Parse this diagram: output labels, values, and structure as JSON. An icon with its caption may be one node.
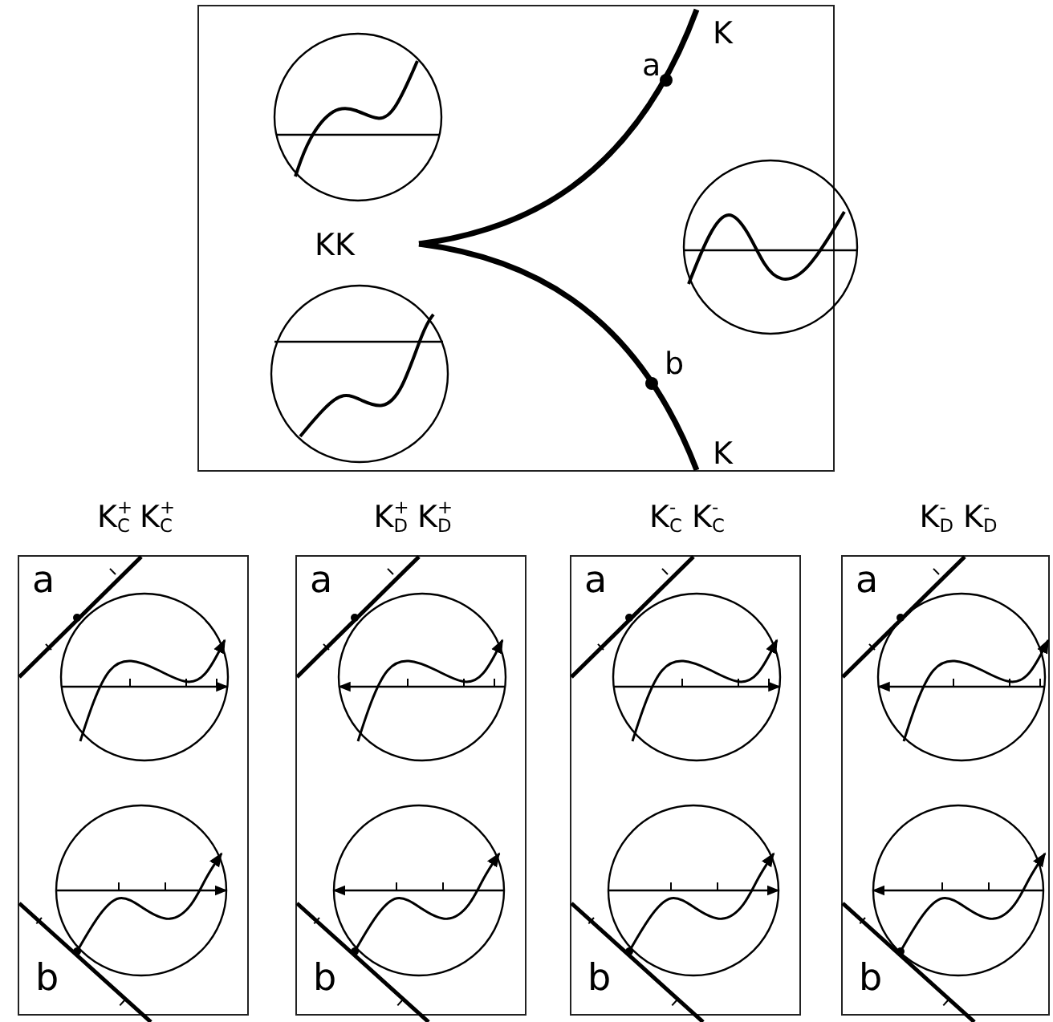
{
  "diagram": {
    "nodes": [
      {
        "text": [
          "K",
          "a",
          "KK",
          "b",
          "K"
        ]
      },
      {
        "text": [
          "K$^{+}$$_{C}$ K$^{+}$$_{C}$",
          "a",
          "b"
        ]
      },
      {
        "text": [
          "K$^{+}$$_{D}$ K$^{+}$$_{D}$",
          "a",
          "b"
        ]
      },
      {
        "text": [
          "K$^{-}$$_{C}$ K$^{-}$$_{C}$",
          "a",
          "b"
        ]
      },
      {
        "text": [
          "K$^{-}$$_{D}$ K$^{-}$$_{D}$",
          "a",
          "b"
        ]
      }
    ]
  }
}
